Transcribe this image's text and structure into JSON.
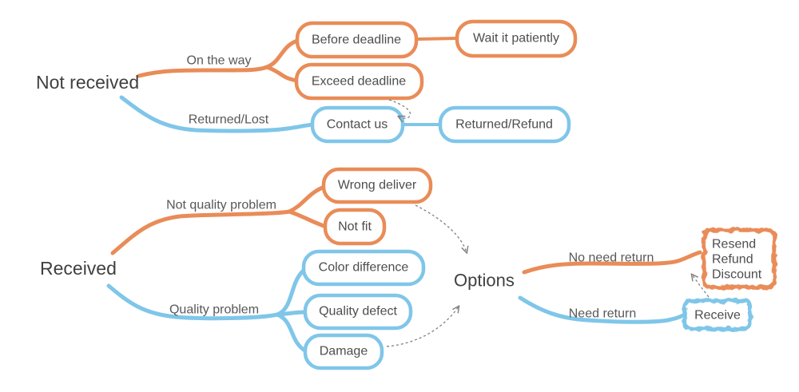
{
  "colors": {
    "orange": "#E98C58",
    "blue": "#7FC6E9",
    "text_dark": "#404040",
    "text_label": "#585858",
    "arrow": "#818181"
  },
  "nodes": {
    "not_received": "Not received",
    "on_the_way": "On the way",
    "before_deadline": "Before deadline",
    "wait_it_patiently": "Wait it patiently",
    "exceed_deadline": "Exceed deadline",
    "returned_lost": "Returned/Lost",
    "contact_us": "Contact us",
    "returned_refund": "Returned/Refund",
    "received": "Received",
    "not_quality_problem": "Not quality problem",
    "wrong_deliver": "Wrong deliver",
    "not_fit": "Not fit",
    "quality_problem": "Quality problem",
    "color_difference": "Color difference",
    "quality_defect": "Quality defect",
    "damage": "Damage",
    "options": "Options",
    "no_need_return": "No need return",
    "resend": "Resend",
    "refund": "Refund",
    "discount": "Discount",
    "need_return": "Need return",
    "receive": "Receive"
  }
}
